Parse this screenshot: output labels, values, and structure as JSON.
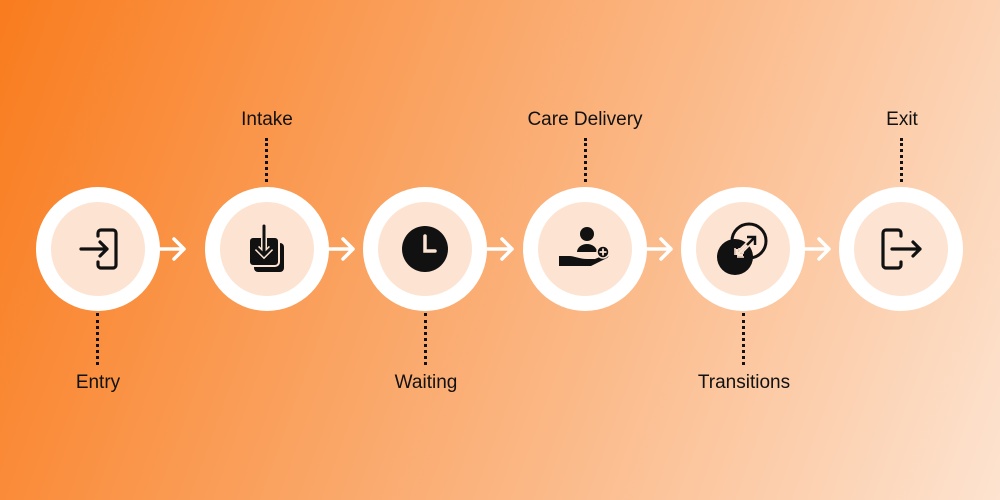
{
  "steps": [
    {
      "label": "Entry",
      "icon": "sign-in-icon",
      "label_position": "bottom"
    },
    {
      "label": "Intake",
      "icon": "download-stack-icon",
      "label_position": "top"
    },
    {
      "label": "Waiting",
      "icon": "clock-icon",
      "label_position": "bottom"
    },
    {
      "label": "Care Delivery",
      "icon": "hand-person-plus-icon",
      "label_position": "top"
    },
    {
      "label": "Transitions",
      "icon": "transfer-arrows-icon",
      "label_position": "bottom"
    },
    {
      "label": "Exit",
      "icon": "sign-out-icon",
      "label_position": "top"
    }
  ],
  "colors": {
    "gradient_start": "#f97c1e",
    "gradient_end": "#fde3d0",
    "inner_circle": "#fde3d2",
    "icon": "#111111"
  }
}
